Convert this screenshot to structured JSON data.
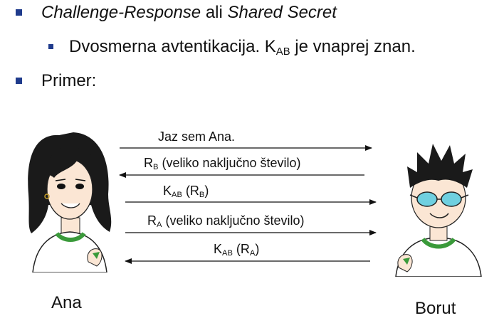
{
  "bullets": {
    "b1": {
      "part1": "Challenge-Response",
      "part2": " ali ",
      "part3": "Shared Secret"
    },
    "b2": {
      "pre": "Dvosmerna avtentikacija. K",
      "sub": "AB",
      "post": " je vnaprej znan."
    },
    "b3": {
      "text": "Primer:"
    }
  },
  "messages": {
    "m1": {
      "text": "Jaz sem Ana."
    },
    "m2": {
      "r": "R",
      "sub": "B",
      "rest": " (veliko naključno število)"
    },
    "m3": {
      "k": "K",
      "ksub": "AB",
      "mid": " (R",
      "rsub": "B",
      "end": ")"
    },
    "m4": {
      "r": "R",
      "sub": "A",
      "rest": " (veliko naključno število)"
    },
    "m5": {
      "k": "K",
      "ksub": "AB",
      "mid": " (R",
      "rsub": "A",
      "end": ")"
    }
  },
  "people": {
    "left": "Ana",
    "right": "Borut"
  },
  "colors": {
    "bullet": "#1f3b8c",
    "shirt_trim": "#3a9a3a",
    "glasses": "#6fd0e0",
    "hair": "#1a1a1a"
  }
}
